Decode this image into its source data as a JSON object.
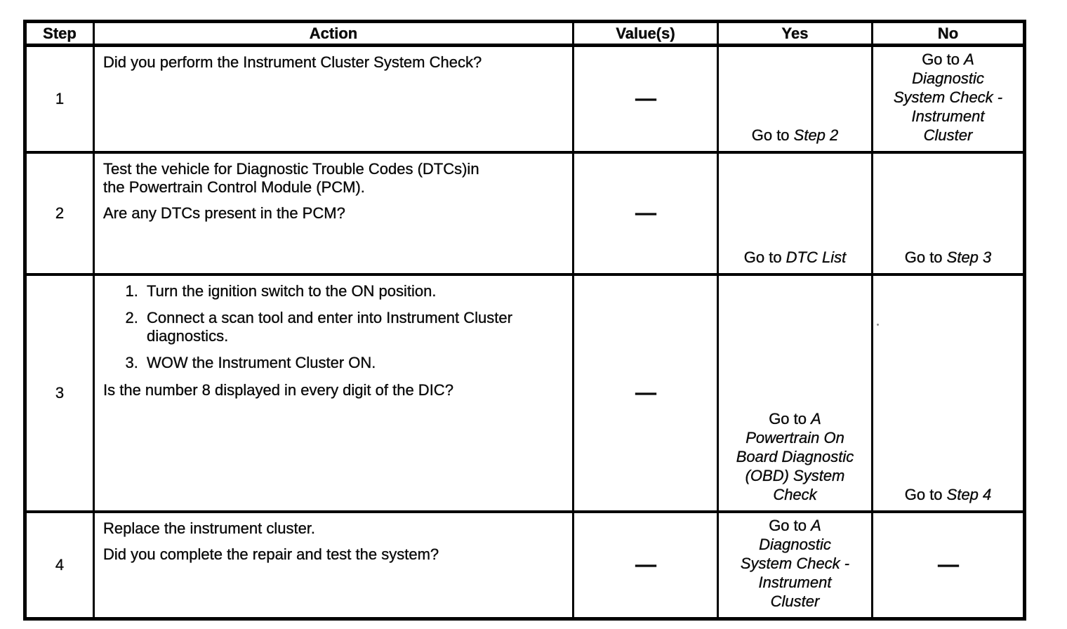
{
  "page": {
    "background_color": "#ffffff",
    "ink_color": "#0b0b0b",
    "border_color": "#000000"
  },
  "table": {
    "headers": [
      "Step",
      "Action",
      "Value(s)",
      "Yes",
      "No"
    ],
    "rows": [
      {
        "step": "1",
        "action": [
          {
            "type": "p",
            "lines": [
              "Did you perform the Instrument Cluster System Check?"
            ]
          }
        ],
        "values": {
          "dash": "—"
        },
        "yes": {
          "lines": [
            {
              "pre": "Go to ",
              "it": "Step 2"
            }
          ]
        },
        "no": {
          "lines": [
            {
              "pre": "Go to ",
              "it": "A"
            },
            {
              "pre": "",
              "it": "Diagnostic"
            },
            {
              "pre": "",
              "it": "System Check -"
            },
            {
              "pre": "",
              "it": "Instrument"
            },
            {
              "pre": "",
              "it": "Cluster"
            }
          ]
        }
      },
      {
        "step": "2",
        "action": [
          {
            "type": "p",
            "lines": [
              "Test the vehicle for Diagnostic Trouble Codes (DTCs)in",
              "the Powertrain Control Module (PCM)."
            ]
          },
          {
            "type": "p",
            "lines": [
              "Are any DTCs present in the PCM?"
            ]
          }
        ],
        "values": {
          "dash": "—"
        },
        "yes": {
          "lines": [
            {
              "pre": "Go to ",
              "it": "DTC List"
            }
          ]
        },
        "no": {
          "lines": [
            {
              "pre": "Go to ",
              "it": "Step 3"
            }
          ]
        }
      },
      {
        "step": "3",
        "action": [
          {
            "type": "ol",
            "items": [
              {
                "lines": [
                  "Turn the ignition switch to the ON position."
                ]
              },
              {
                "lines": [
                  "Connect a scan tool and enter into Instrument Cluster",
                  "diagnostics."
                ]
              },
              {
                "lines": [
                  "WOW the Instrument Cluster ON."
                ]
              }
            ]
          },
          {
            "type": "p",
            "lines": [
              "Is the number 8 displayed in every digit of the DIC?"
            ]
          }
        ],
        "values": {
          "dash": "—"
        },
        "yes": {
          "lines": [
            {
              "pre": "Go to ",
              "it": "A"
            },
            {
              "pre": "",
              "it": "Powertrain On"
            },
            {
              "pre": "",
              "it": "Board Diagnostic"
            },
            {
              "pre": "",
              "it": "(OBD) System"
            },
            {
              "pre": "",
              "it": "Check"
            }
          ]
        },
        "no": {
          "lines": [
            {
              "pre": "Go to ",
              "it": "Step 4"
            }
          ]
        }
      },
      {
        "step": "4",
        "action": [
          {
            "type": "p",
            "lines": [
              "Replace the instrument cluster."
            ]
          },
          {
            "type": "p",
            "lines": [
              "Did you complete the repair and test the system?"
            ]
          }
        ],
        "values": {
          "dash": "—"
        },
        "yes": {
          "lines": [
            {
              "pre": "Go to ",
              "it": "A"
            },
            {
              "pre": "",
              "it": "Diagnostic"
            },
            {
              "pre": "",
              "it": "System Check -"
            },
            {
              "pre": "",
              "it": "Instrument"
            },
            {
              "pre": "",
              "it": "Cluster"
            }
          ]
        },
        "no": {
          "dash": "—"
        }
      }
    ]
  }
}
